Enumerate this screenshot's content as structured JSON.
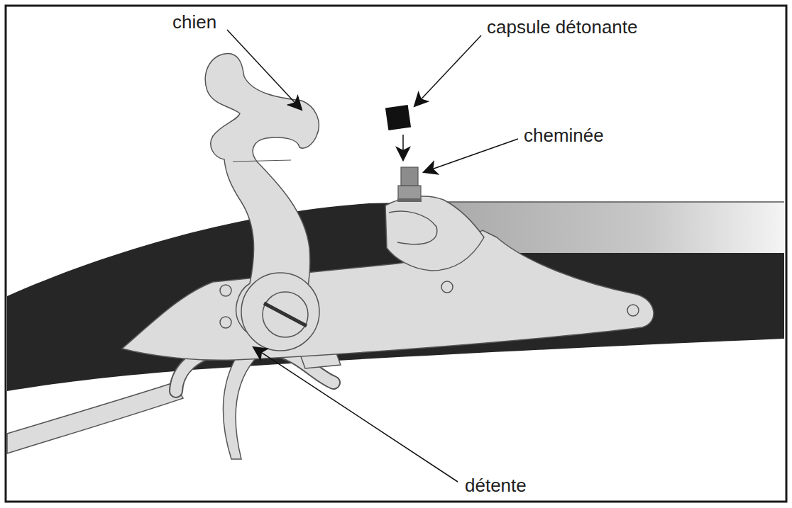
{
  "diagram": {
    "labels": [
      "chien",
      "capsule détonante",
      "cheminée",
      "détente"
    ]
  }
}
